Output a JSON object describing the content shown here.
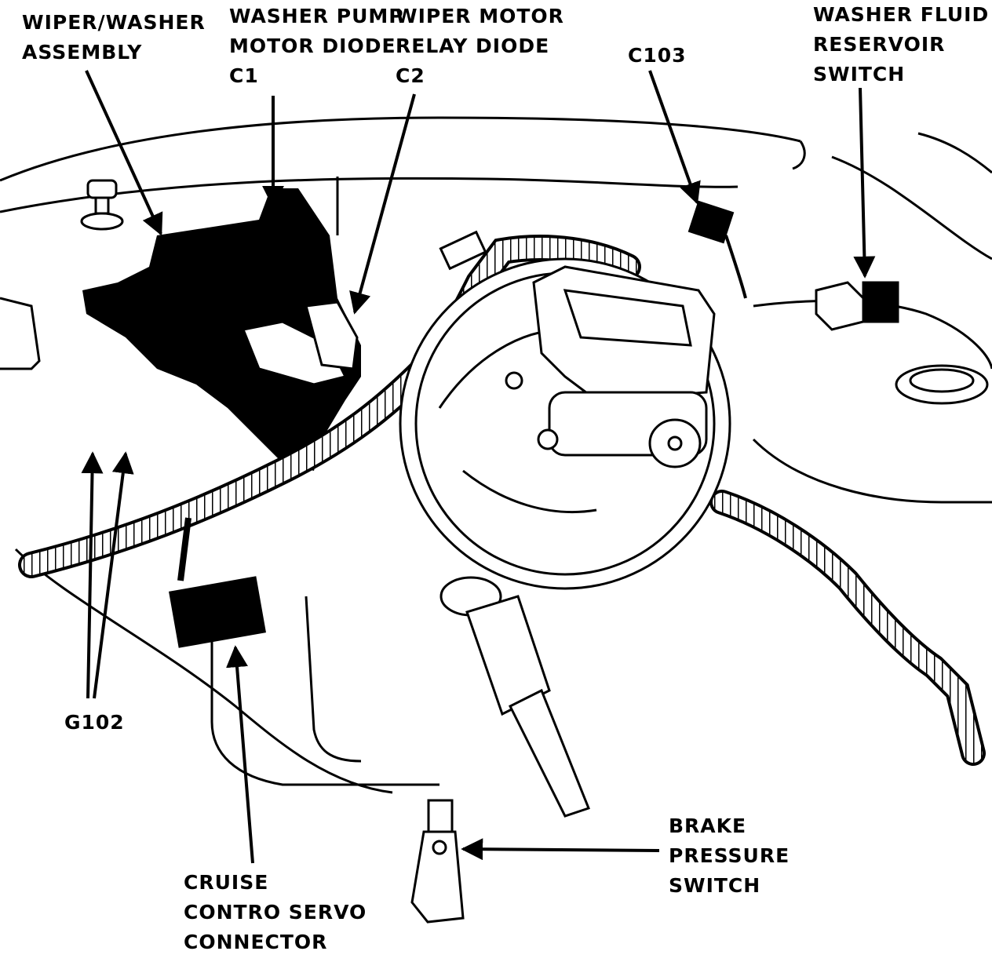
{
  "diagram": {
    "labels": {
      "wiper_washer_assembly": [
        "WIPER/WASHER",
        "ASSEMBLY"
      ],
      "washer_pump_motor_diode": [
        "WASHER PUMP",
        "MOTOR DIODE",
        "C1"
      ],
      "wiper_motor_relay_diode": [
        "WIPER MOTOR",
        "RELAY DIODE",
        "C2"
      ],
      "c103": [
        "C103"
      ],
      "washer_fluid_reservoir_switch": [
        "WASHER FLUID",
        "RESERVOIR",
        "SWITCH"
      ],
      "g102": [
        "G102"
      ],
      "cruise_control_servo_connector": [
        "CRUISE",
        "CONTRO SERVO",
        "CONNECTOR"
      ],
      "brake_pressure_switch": [
        "BRAKE",
        "PRESSURE",
        "SWITCH"
      ]
    },
    "colors": {
      "ink": "#000000",
      "paper": "#ffffff"
    }
  }
}
